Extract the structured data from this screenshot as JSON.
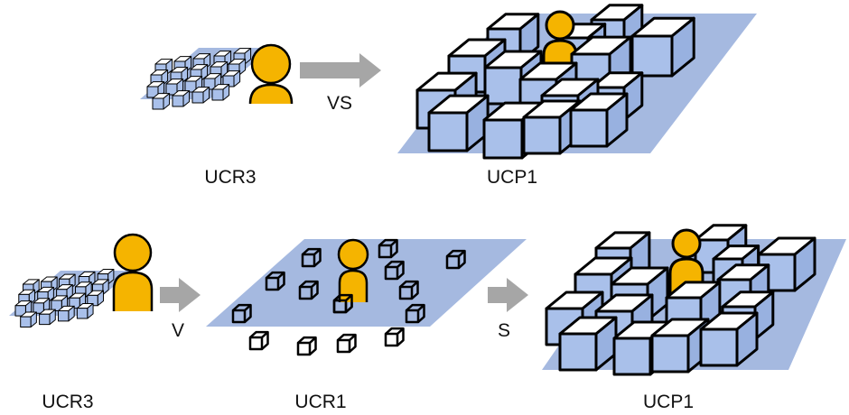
{
  "top_row": {
    "left_label": "UCR3",
    "arrow_label": "VS",
    "right_label": "UCP1"
  },
  "bottom_row": {
    "left_label": "UCR3",
    "arrow1_label": "V",
    "middle_label": "UCR1",
    "arrow2_label": "S",
    "right_label": "UCP1"
  },
  "colors": {
    "ground": "#a5b9e0",
    "cube_front": "#a9c0ea",
    "cube_side": "#98b1e0",
    "cube_top": "#ffffff",
    "person": "#f5b400",
    "arrow": "#a6a6a6",
    "outline": "#000000"
  },
  "icons": [
    "person-icon",
    "cube-icon",
    "arrow-icon",
    "ground-plane"
  ]
}
